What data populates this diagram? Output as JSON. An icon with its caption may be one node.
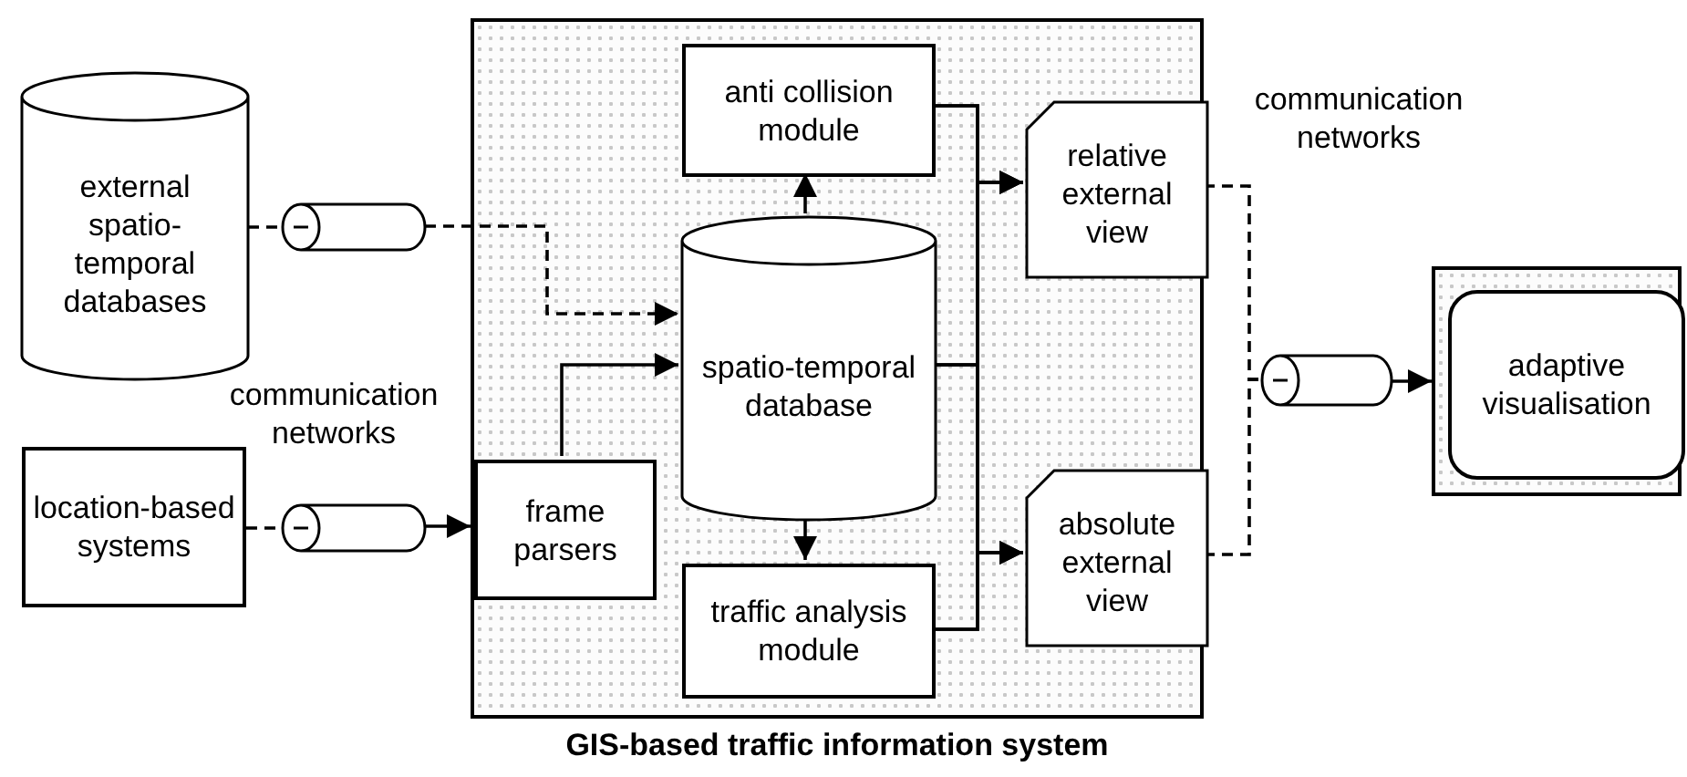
{
  "diagram": {
    "nodes": [
      {
        "text": [
          "GIS-based traffic information system"
        ]
      },
      {
        "text": [
          "external spatio-temporal databases"
        ]
      },
      {
        "text": [
          "location-based systems"
        ]
      },
      {
        "text": [
          "frame parsers"
        ],
        "in": 0
      },
      {
        "text": [
          "anti collision module"
        ],
        "in": 0
      },
      {
        "text": [
          "spatio-temporal database"
        ],
        "in": 0
      },
      {
        "text": [
          "traffic analysis module"
        ],
        "in": 0
      },
      {
        "text": [
          "relative external view"
        ],
        "in": 0
      },
      {
        "text": [
          "absolute external view"
        ],
        "in": 0
      },
      {
        "text": [],
        "shape": "box"
      },
      {
        "text": [
          "adaptive visualisation"
        ],
        "in": 9
      },
      {
        "text": [],
        "shape": "cylinder"
      },
      {
        "text": [],
        "shape": "cylinder"
      },
      {
        "text": [],
        "shape": "cylinder"
      }
    ],
    "edges": [
      {
        "from": 1,
        "to": 11,
        "arrow": "none",
        "style": "dashed"
      },
      {
        "from": 11,
        "to": 5,
        "arrow": "to",
        "style": "dashed"
      },
      {
        "from": 2,
        "to": 12,
        "arrow": "none",
        "style": "dashed"
      },
      {
        "from": 12,
        "to": 3,
        "arrow": "to"
      },
      {
        "from": 3,
        "to": 5,
        "arrow": "to"
      },
      {
        "from": 5,
        "to": 4,
        "arrow": "to"
      },
      {
        "from": 5,
        "to": 6,
        "arrow": "to"
      },
      {
        "from": 4,
        "to": 7,
        "arrow": "to"
      },
      {
        "from": 5,
        "to": 7,
        "arrow": "to"
      },
      {
        "from": 6,
        "to": 7,
        "arrow": "to"
      },
      {
        "from": 4,
        "to": 8,
        "arrow": "to"
      },
      {
        "from": 5,
        "to": 8,
        "arrow": "to"
      },
      {
        "from": 6,
        "to": 8,
        "arrow": "to"
      },
      {
        "from": 7,
        "to": 13,
        "arrow": "none",
        "style": "dashed"
      },
      {
        "from": 8,
        "to": 13,
        "arrow": "none",
        "style": "dashed"
      },
      {
        "from": 13,
        "to": 9,
        "arrow": "to"
      }
    ],
    "labels": [
      "communication networks",
      "communication networks"
    ]
  }
}
